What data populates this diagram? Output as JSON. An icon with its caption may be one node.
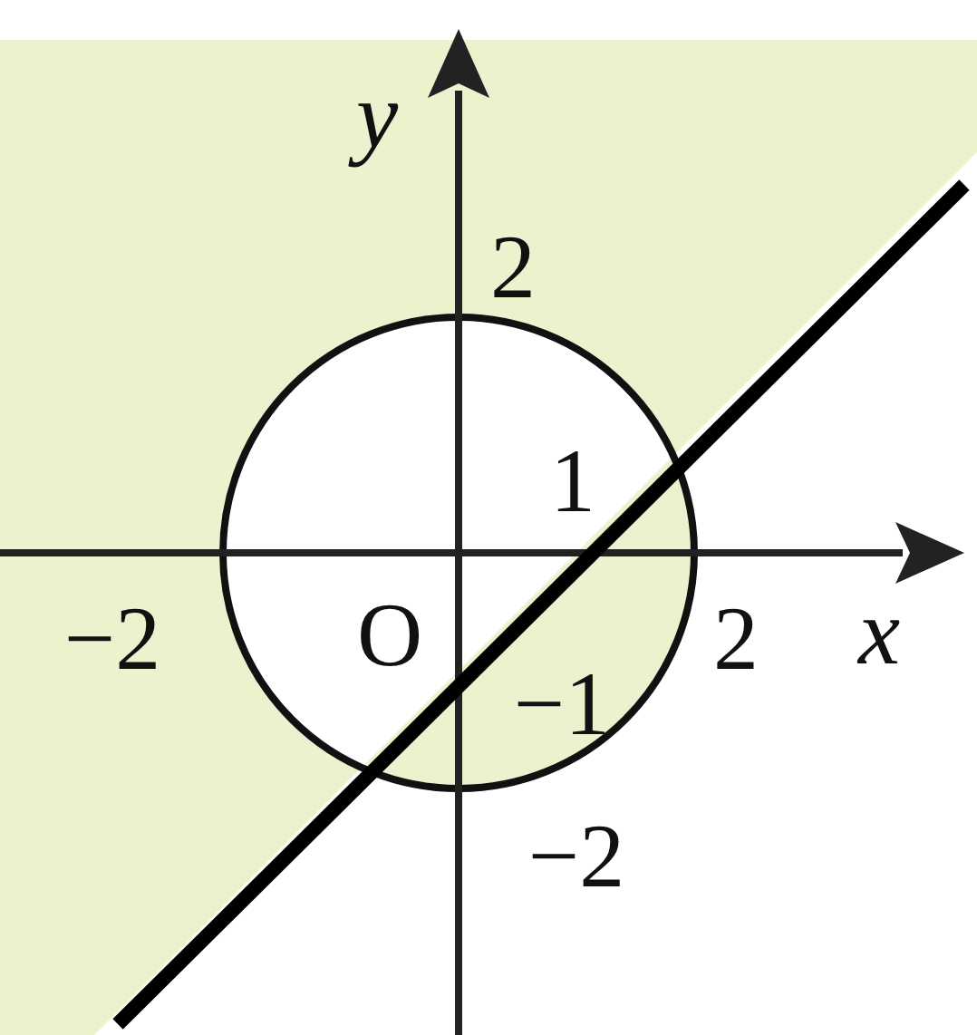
{
  "diagram": {
    "labels": [
      "y",
      "2",
      "1",
      "−2",
      "O",
      "2",
      "x",
      "−1",
      "−2"
    ]
  }
}
